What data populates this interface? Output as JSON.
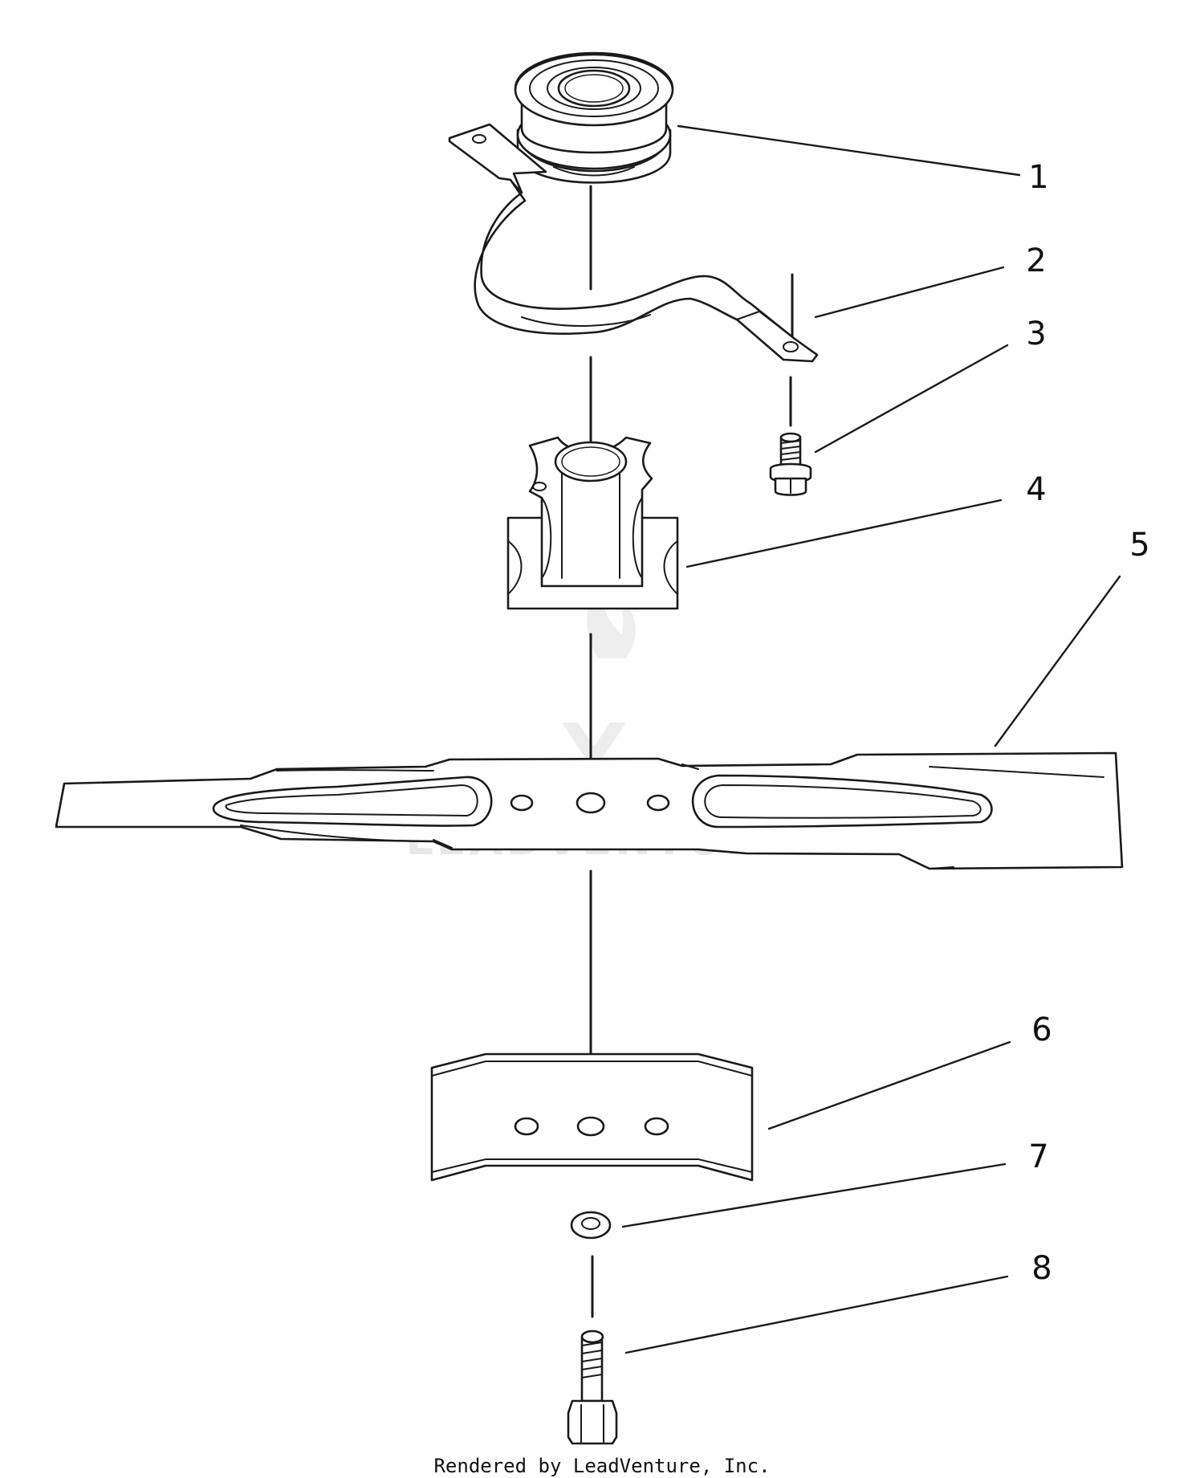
{
  "callouts": [
    {
      "number": "1",
      "part": "pulley"
    },
    {
      "number": "2",
      "part": "bracket"
    },
    {
      "number": "3",
      "part": "bolt"
    },
    {
      "number": "4",
      "part": "blade-adapter"
    },
    {
      "number": "5",
      "part": "blade"
    },
    {
      "number": "6",
      "part": "stiffener-plate"
    },
    {
      "number": "7",
      "part": "washer"
    },
    {
      "number": "8",
      "part": "blade-bolt"
    }
  ],
  "watermark": {
    "text": "LEADVENTURE"
  },
  "footer": {
    "credit": "Rendered by LeadVenture, Inc."
  }
}
